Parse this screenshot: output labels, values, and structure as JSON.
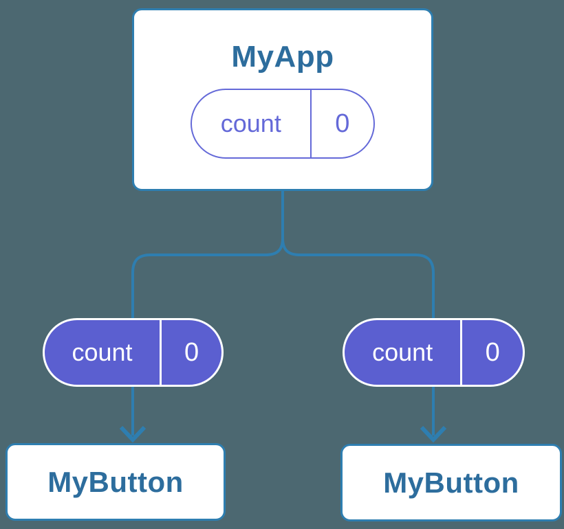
{
  "diagram": {
    "type": "component-state-tree",
    "root": {
      "title": "MyApp",
      "state": {
        "label": "count",
        "value": "0"
      }
    },
    "children": [
      {
        "title": "MyButton",
        "state": {
          "label": "count",
          "value": "0"
        }
      },
      {
        "title": "MyButton",
        "state": {
          "label": "count",
          "value": "0"
        }
      }
    ]
  },
  "colors": {
    "background": "#4c6871",
    "connector_blue": "#2e7eb0",
    "node_border_blue": "#2e7eb0",
    "node_text_blue": "#2d6d9d",
    "state_purple": "#5b5fd0",
    "state_outline_purple": "#6469d8",
    "node_fill": "#ffffff",
    "state_text_on_fill": "#ffffff"
  }
}
